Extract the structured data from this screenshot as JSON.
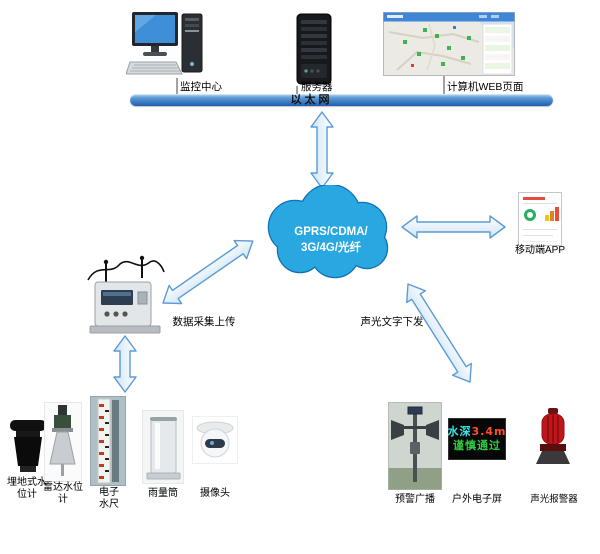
{
  "diagram": {
    "top_nodes": {
      "monitoring_center": {
        "label": "监控中心"
      },
      "server": {
        "label": "服务器"
      },
      "web_page": {
        "label": "计算机WEB页面"
      }
    },
    "ethernet": {
      "label": "以 太 网"
    },
    "cloud": {
      "line1": "GPRS/CDMA/",
      "line2": "3G/4G/光纤"
    },
    "mobile_app": {
      "label": "移动端APP"
    },
    "rtu": {
      "label": "数据采集上传"
    },
    "downlink": {
      "label": "声光文字下发"
    },
    "sensors": [
      {
        "label": "埋地式水位计"
      },
      {
        "label": "雷达水位计"
      },
      {
        "label": "电子水尺"
      },
      {
        "label": "雨量筒"
      },
      {
        "label": "摄像头"
      }
    ],
    "outputs": [
      {
        "label": "预警广播"
      },
      {
        "label": "户外电子屏"
      },
      {
        "label": "声光报警器"
      }
    ],
    "led_screen": {
      "depth_label": "水深",
      "depth_value": "3.4m",
      "line2": "谨慎通过"
    },
    "colors": {
      "cloud_fill": "#29a7e0",
      "cloud_stroke": "#0f72b8",
      "arrow_fill": "#e9f3fb",
      "arrow_stroke": "#5b9bd5",
      "ethernet_top": "#a9d0ef",
      "ethernet_bottom": "#1d5fae",
      "led_cyan": "#39e6e6",
      "led_red": "#ff4d2e",
      "led_green": "#2ecc40"
    }
  }
}
